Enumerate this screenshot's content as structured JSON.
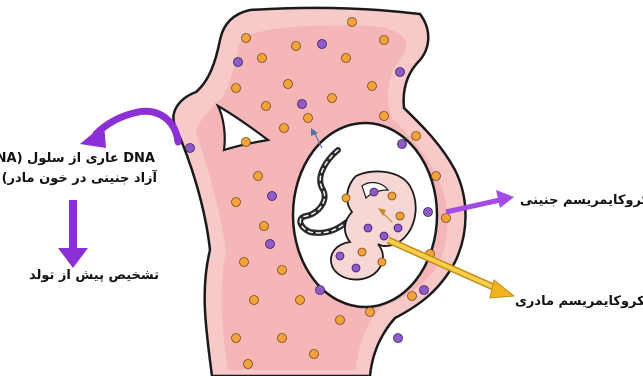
{
  "labels": {
    "cell_free_dna_line1": "DNA عاری از سلول (DNA",
    "cell_free_dna_line2": "آزاد جنینی در خون مادر)",
    "prenatal_diagnosis": "تشخیص پیش از تولد",
    "fetal_microchimerism": "میکروکایمریسم جنینی",
    "maternal_microchimerism": "میکروکایمریسم مادری"
  },
  "colors": {
    "body_fill": "#f4bcbc",
    "body_outline": "#1a1a1a",
    "maternal_cell": "#f3a23c",
    "fetal_cell": "#8e5bc7",
    "purple_arrow": "#8b2fd6",
    "gold_arrow": "#f0b41e",
    "umbilical_cord": "#2a2a2a"
  },
  "icons": {
    "curved_arrow": "curved-arrow-icon",
    "down_arrow": "down-arrow-icon",
    "fetal_arrow": "right-arrow-icon",
    "maternal_arrow": "diagonal-arrow-icon"
  }
}
